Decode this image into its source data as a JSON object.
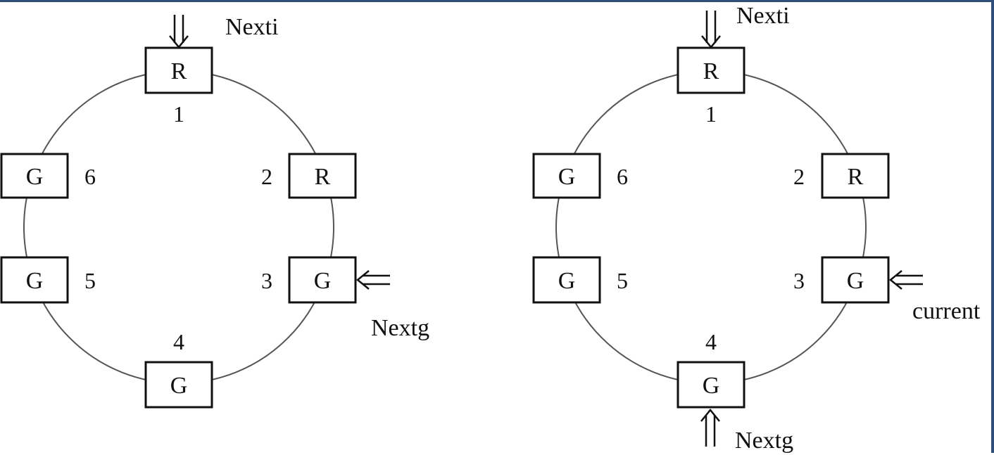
{
  "diagrams": [
    {
      "nodes": [
        {
          "id": "1",
          "label": "R",
          "number": "1"
        },
        {
          "id": "2",
          "label": "R",
          "number": "2"
        },
        {
          "id": "3",
          "label": "G",
          "number": "3"
        },
        {
          "id": "4",
          "label": "G",
          "number": "4"
        },
        {
          "id": "5",
          "label": "G",
          "number": "5"
        },
        {
          "id": "6",
          "label": "G",
          "number": "6"
        }
      ],
      "pointers": [
        {
          "label": "Nexti",
          "target": "1"
        },
        {
          "label": "Nextg",
          "target": "3"
        }
      ]
    },
    {
      "nodes": [
        {
          "id": "1",
          "label": "R",
          "number": "1"
        },
        {
          "id": "2",
          "label": "R",
          "number": "2"
        },
        {
          "id": "3",
          "label": "G",
          "number": "3"
        },
        {
          "id": "4",
          "label": "G",
          "number": "4"
        },
        {
          "id": "5",
          "label": "G",
          "number": "5"
        },
        {
          "id": "6",
          "label": "G",
          "number": "6"
        }
      ],
      "pointers": [
        {
          "label": "Nexti",
          "target": "1"
        },
        {
          "label": "current",
          "target": "3"
        },
        {
          "label": "Nextg",
          "target": "4"
        }
      ]
    }
  ],
  "colors": {
    "frame": "#2f4f7a",
    "ring": "#555555",
    "ink": "#111111"
  }
}
